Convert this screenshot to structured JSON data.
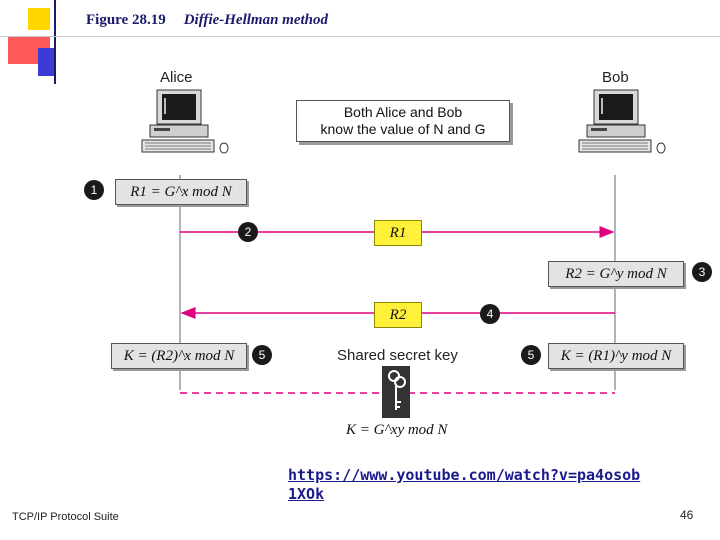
{
  "figure": {
    "label": "Figure 28.19",
    "caption": "Diffie-Hellman method"
  },
  "parties": {
    "alice": "Alice",
    "bob": "Bob"
  },
  "note": {
    "line1": "Both Alice and Bob",
    "line2": "know the value of N and G"
  },
  "steps": [
    {
      "number": "1",
      "text": "R1 = G^x mod N"
    },
    {
      "number": "2",
      "text": "R1"
    },
    {
      "number": "3",
      "text": "R2 = G^y mod N"
    },
    {
      "number": "4",
      "text": "R2"
    },
    {
      "number": "5",
      "alice_text": "K = (R2)^x mod N",
      "bob_text": "K = (R1)^y mod N"
    }
  ],
  "shared_label": "Shared secret key",
  "final_key": "K = G^xy mod N",
  "link": "https://www.youtube.com/watch?v=pa4osob1XOk",
  "footer": "TCP/IP Protocol Suite",
  "page_number": "46",
  "colors": {
    "arrow": "#e0007f",
    "dashed": "#e0007f",
    "title": "#1b1b6b",
    "yellow": "#fff03a"
  }
}
